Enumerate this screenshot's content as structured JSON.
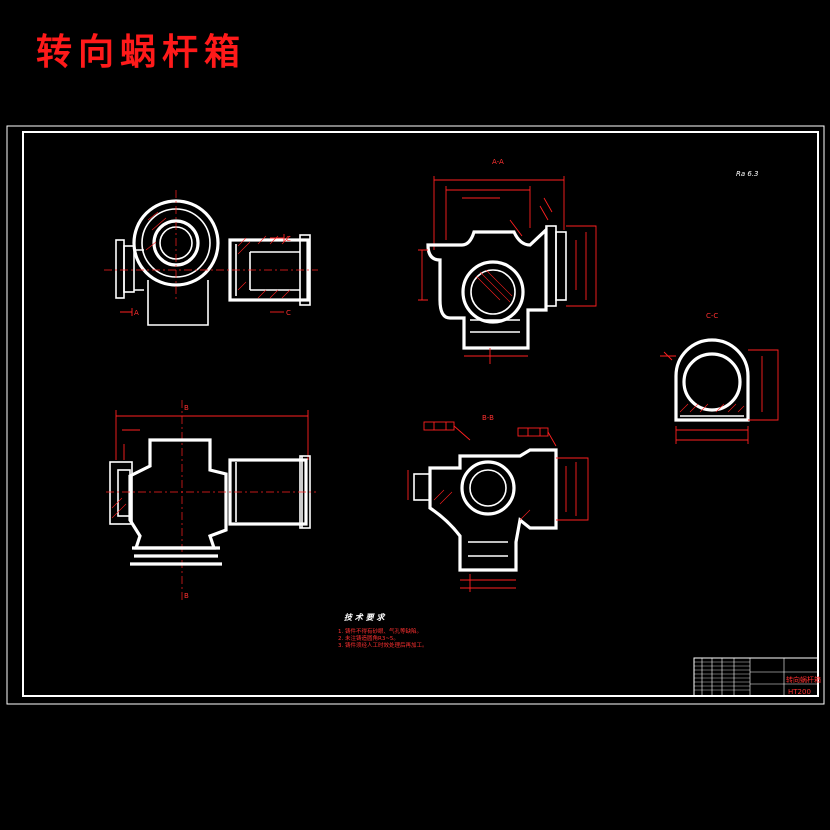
{
  "title": "转向蜗杆箱",
  "views": {
    "section_a": "A-A",
    "section_b": "B-B",
    "section_c": "C-C",
    "top_right_note": "Ra 6.3"
  },
  "technical_requirements": {
    "heading": "技 术 要 求",
    "items": [
      "1. 铸件不得有砂眼、气孔等缺陷。",
      "2. 未注铸造圆角R3~5。",
      "3. 铸件须经人工时效处理后再加工。"
    ]
  },
  "title_block": {
    "part_name": "转向蜗杆箱",
    "material": "HT200"
  },
  "colors": {
    "outline": "#ffffff",
    "dimension": "#ff2020",
    "title": "#ff1a1a",
    "background": "#000000"
  }
}
